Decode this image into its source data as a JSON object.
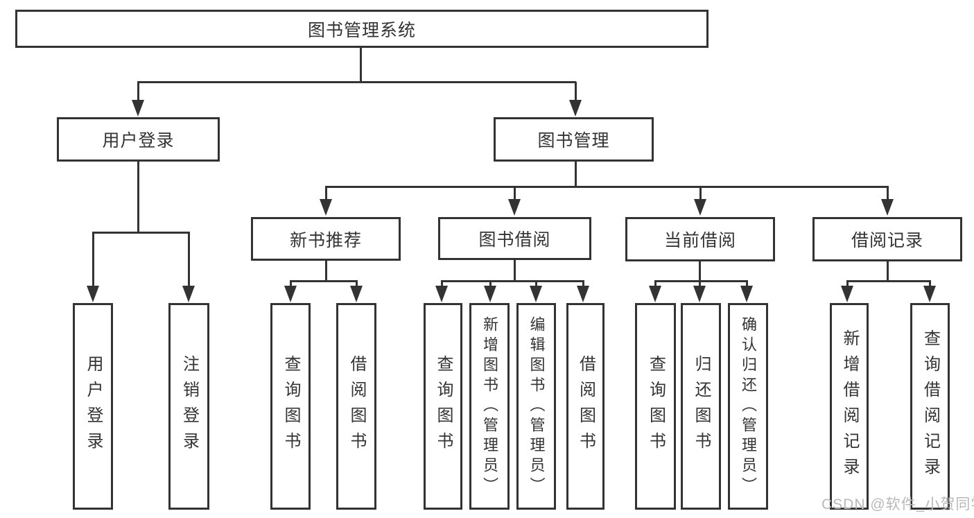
{
  "diagram": {
    "root": {
      "label": "图书管理系统"
    },
    "level2": [
      {
        "label": "用户登录"
      },
      {
        "label": "图书管理"
      }
    ],
    "level3": [
      {
        "label": "新书推荐",
        "parent": "图书管理"
      },
      {
        "label": "图书借阅",
        "parent": "图书管理"
      },
      {
        "label": "当前借阅",
        "parent": "图书管理"
      },
      {
        "label": "借阅记录",
        "parent": "图书管理"
      }
    ],
    "leaves": [
      {
        "label": "用户登录",
        "parent": "用户登录"
      },
      {
        "label": "注销登录",
        "parent": "用户登录"
      },
      {
        "label": "查询图书",
        "parent": "新书推荐"
      },
      {
        "label": "借阅图书",
        "parent": "新书推荐"
      },
      {
        "label": "查询图书",
        "parent": "图书借阅"
      },
      {
        "label": "新增图书（管理员）",
        "parent": "图书借阅"
      },
      {
        "label": "编辑图书（管理员）",
        "parent": "图书借阅"
      },
      {
        "label": "借阅图书",
        "parent": "图书借阅"
      },
      {
        "label": "查询图书",
        "parent": "当前借阅"
      },
      {
        "label": "归还图书",
        "parent": "当前借阅"
      },
      {
        "label": "确认归还（管理员）",
        "parent": "当前借阅"
      },
      {
        "label": "新增借阅记录",
        "parent": "借阅记录"
      },
      {
        "label": "查询借阅记录",
        "parent": "借阅记录"
      }
    ],
    "watermark": "CSDN @软件_小贺同学",
    "colors": {
      "line": "#333333",
      "text": "#333333",
      "watermark": "#b8b8b8",
      "background": "#ffffff"
    }
  }
}
